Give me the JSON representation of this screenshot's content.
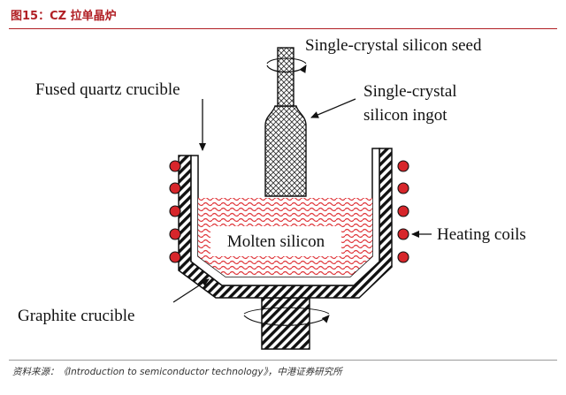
{
  "header": {
    "figure_title": "图15：CZ 拉单晶炉",
    "accent_color": "#b11f24"
  },
  "diagram": {
    "labels": {
      "seed": "Single-crystal silicon seed",
      "ingot_line1": "Single-crystal",
      "ingot_line2": "silicon ingot",
      "quartz": "Fused quartz crucible",
      "molten": "Molten silicon",
      "coils": "Heating coils",
      "graphite": "Graphite crucible"
    },
    "colors": {
      "coil": "#d7262b",
      "molten_wave": "#e0393d",
      "line": "#111111"
    }
  },
  "footer": {
    "source": "资料来源：《Introduction to semiconductor technology》，中港证券研究所"
  }
}
